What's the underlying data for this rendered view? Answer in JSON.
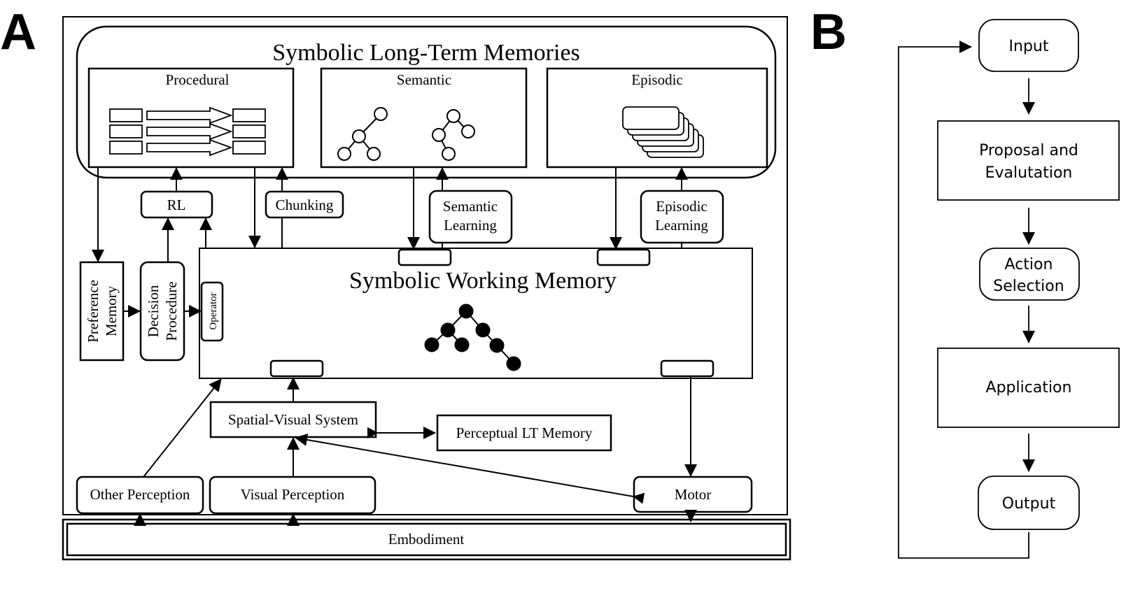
{
  "panels": {
    "a": {
      "letter": "A",
      "long_term": {
        "title": "Symbolic Long-Term Memories",
        "procedural": "Procedural",
        "semantic": "Semantic",
        "episodic": "Episodic"
      },
      "learning": {
        "rl": "RL",
        "chunking": "Chunking",
        "semantic_learning": [
          "Semantic",
          "Learning"
        ],
        "episodic_learning": [
          "Episodic",
          "Learning"
        ]
      },
      "decision": {
        "preference_memory": [
          "Preference",
          "Memory"
        ],
        "decision_procedure": [
          "Decision",
          "Procedure"
        ],
        "operator": "Operator"
      },
      "working_memory": {
        "title": "Symbolic Working Memory"
      },
      "perception": {
        "spatial_visual": "Spatial-Visual System",
        "perceptual_lt": "Perceptual LT Memory",
        "other_perception": "Other Perception",
        "visual_perception": "Visual Perception",
        "motor": "Motor"
      },
      "embodiment": "Embodiment"
    },
    "b": {
      "letter": "B",
      "steps": {
        "input": "Input",
        "proposal": [
          "Proposal and",
          "Evalutation"
        ],
        "action": [
          "Action",
          "Selection"
        ],
        "application": "Application",
        "output": "Output"
      }
    }
  }
}
